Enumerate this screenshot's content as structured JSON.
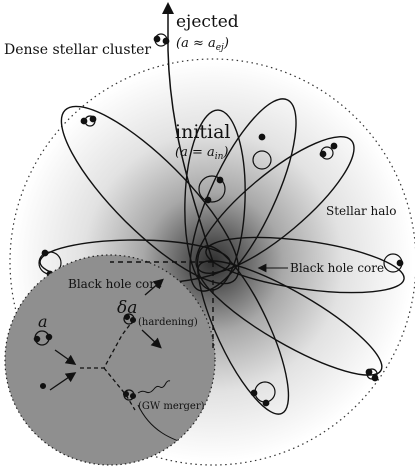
{
  "labels": {
    "cluster": "Dense stellar cluster",
    "ejected": "ejected",
    "ejected_sub": "(a ≈ a",
    "ejected_sub_index": "ej",
    "ejected_sub_close": ")",
    "initial": "initial",
    "initial_sub": "(a = a",
    "initial_sub_index": "in",
    "initial_sub_close": ")",
    "halo": "Stellar halo",
    "core_right": "Black hole core",
    "core_inset": "Black hole core",
    "a_symbol": "a",
    "delta_a": "δa",
    "hardening": "(hardening)",
    "gw_merger": "(GW merger)"
  },
  "colors": {
    "halo_center": "#3a3a3a",
    "halo_edge": "#ffffff",
    "inset_fill": "#8f8f8f",
    "stroke": "#111111"
  },
  "icons": {
    "ejection_arrow": "arrow-up-icon",
    "binary": "binary-star-icon",
    "gravitational_wave": "gw-spiral-icon"
  }
}
